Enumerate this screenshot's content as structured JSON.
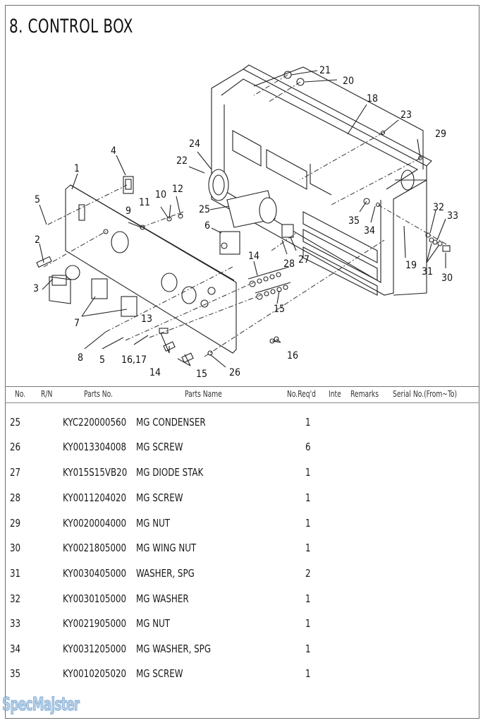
{
  "page": {
    "title": "8. CONTROL BOX",
    "watermark": "SpecMajster"
  },
  "diagram": {
    "callouts": [
      "1",
      "2",
      "3",
      "4",
      "5",
      "5",
      "6",
      "7",
      "8",
      "9",
      "10",
      "11",
      "12",
      "13",
      "14",
      "14",
      "15",
      "15",
      "16",
      "16,17",
      "18",
      "19",
      "20",
      "21",
      "22",
      "23",
      "24",
      "25",
      "26",
      "27",
      "28",
      "29",
      "30",
      "31",
      "32",
      "33",
      "34",
      "35"
    ]
  },
  "table": {
    "headers": {
      "no": "No.",
      "rn": "R/N",
      "parts_no": "Parts No.",
      "parts_name": "Parts Name",
      "no_reqd": "No.Req'd",
      "inte": "Inte",
      "remarks": "Remarks",
      "serial": "Serial No.(From~To)"
    },
    "rows": [
      {
        "no": "25",
        "parts_no": "KYC220000560",
        "name": "MG CONDENSER",
        "qty": "1"
      },
      {
        "no": "26",
        "parts_no": "KY0013304008",
        "name": "MG SCREW",
        "qty": "6"
      },
      {
        "no": "27",
        "parts_no": "KY015S15VB20",
        "name": "MG DIODE STAK",
        "qty": "1"
      },
      {
        "no": "28",
        "parts_no": "KY0011204020",
        "name": "MG SCREW",
        "qty": "1"
      },
      {
        "no": "29",
        "parts_no": "KY0020004000",
        "name": "MG NUT",
        "qty": "1"
      },
      {
        "no": "30",
        "parts_no": "KY0021805000",
        "name": "MG WING NUT",
        "qty": "1"
      },
      {
        "no": "31",
        "parts_no": "KY0030405000",
        "name": "WASHER, SPG",
        "qty": "2"
      },
      {
        "no": "32",
        "parts_no": "KY0030105000",
        "name": "MG WASHER",
        "qty": "1"
      },
      {
        "no": "33",
        "parts_no": "KY0021905000",
        "name": "MG NUT",
        "qty": "1"
      },
      {
        "no": "34",
        "parts_no": "KY0031205000",
        "name": "MG WASHER, SPG",
        "qty": "1"
      },
      {
        "no": "35",
        "parts_no": "KY0010205020",
        "name": "MG SCREW",
        "qty": "1"
      }
    ]
  }
}
